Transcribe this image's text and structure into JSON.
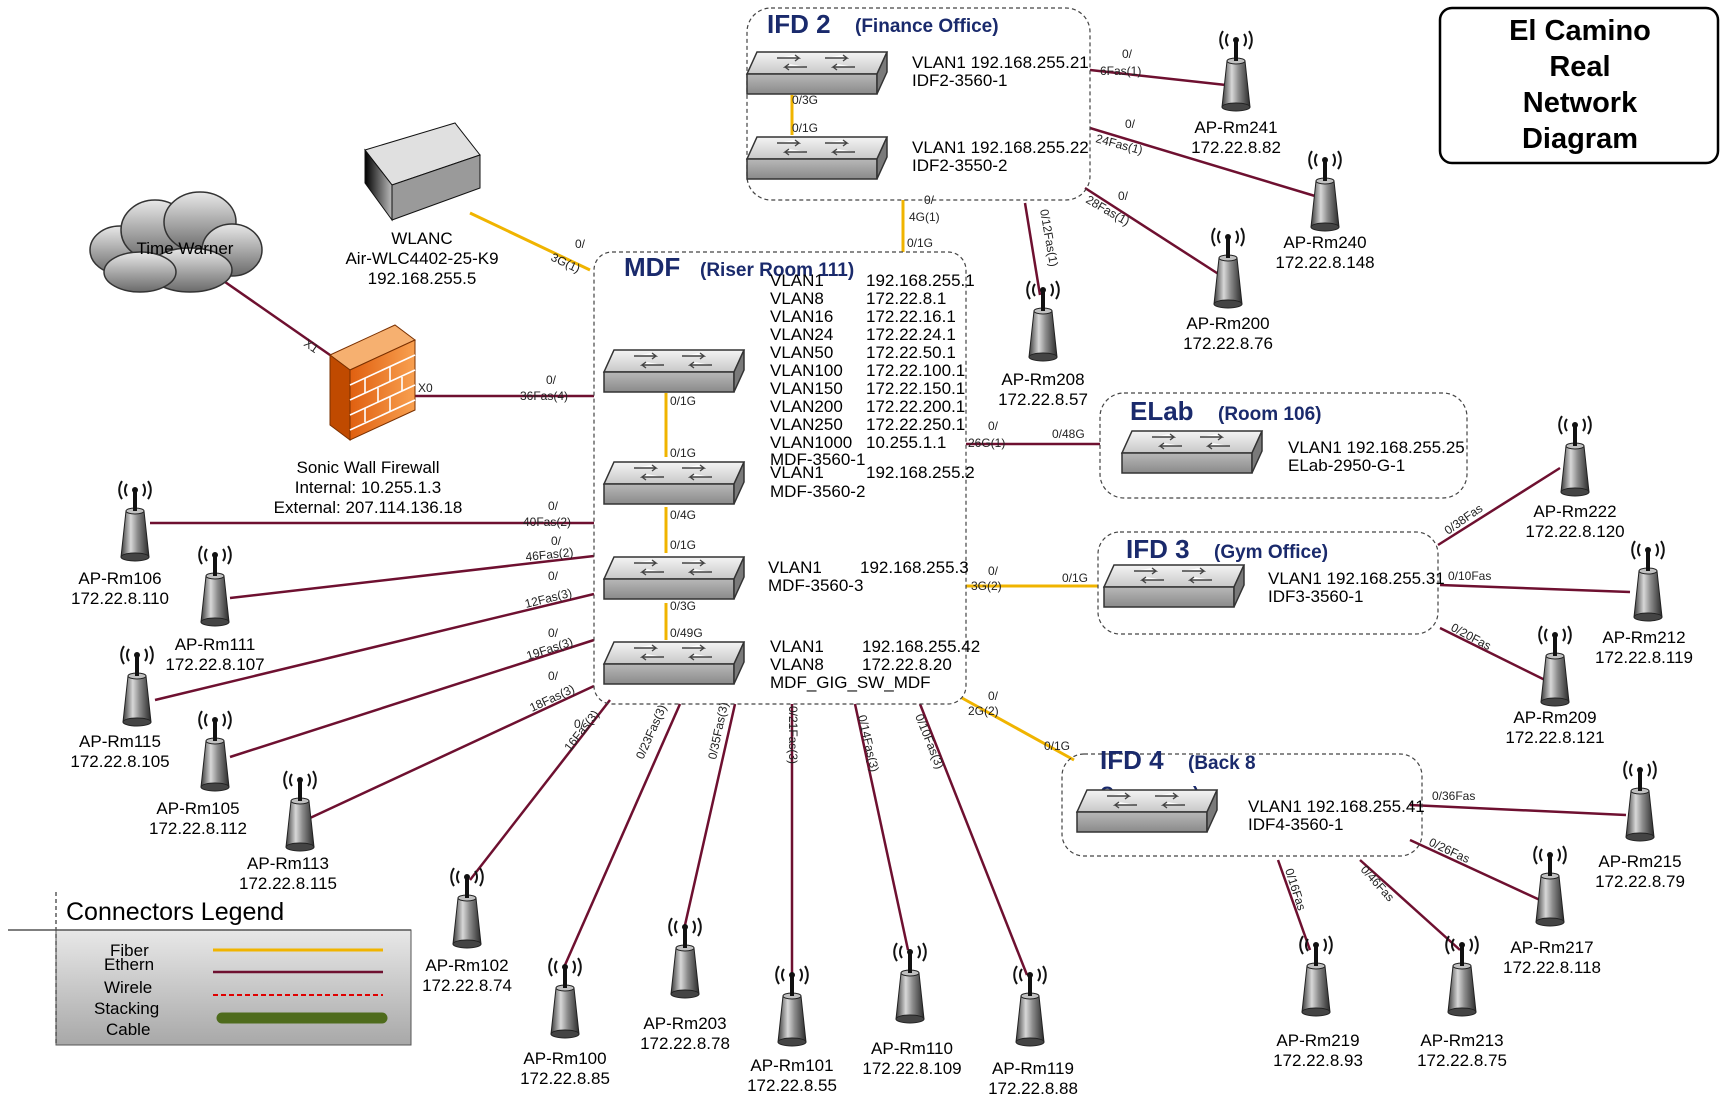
{
  "title": {
    "lines": [
      "El Camino",
      "Real",
      "Network",
      "Diagram"
    ]
  },
  "colors": {
    "fiber": "#f0b400",
    "ethernet": "#6e1030",
    "wireless": "#e00000",
    "stacking": "#4e6b1c",
    "group_title": "#1a2a6c"
  },
  "groups": {
    "mdf": {
      "title": "MDF",
      "subtitle": "(Riser Room 111)"
    },
    "ifd2": {
      "title": "IFD 2",
      "subtitle": "(Finance Office)"
    },
    "elab": {
      "title": "ELab",
      "subtitle": "(Room 106)"
    },
    "ifd3": {
      "title": "IFD 3",
      "subtitle": "(Gym Office)"
    },
    "ifd4": {
      "title": "IFD 4",
      "subtitle": "(Back 8",
      "subtitle2": "Causeway)"
    }
  },
  "mdf_vlans": [
    [
      "VLAN1",
      "192.168.255.1"
    ],
    [
      "VLAN8",
      "172.22.8.1"
    ],
    [
      "VLAN16",
      "172.22.16.1"
    ],
    [
      "VLAN24",
      "172.22.24.1"
    ],
    [
      "VLAN50",
      "172.22.50.1"
    ],
    [
      "VLAN100",
      "172.22.100.1"
    ],
    [
      "VLAN150",
      "172.22.150.1"
    ],
    [
      "VLAN200",
      "172.22.200.1"
    ],
    [
      "VLAN250",
      "172.22.250.1"
    ],
    [
      "VLAN1000",
      "10.255.1.1"
    ]
  ],
  "switches": {
    "mdf1": {
      "name": "MDF-3560-1"
    },
    "mdf2": {
      "vlan": "VLAN1",
      "ip": "192.168.255.2",
      "name": "MDF-3560-2"
    },
    "mdf3": {
      "vlan": "VLAN1",
      "ip": "192.168.255.3",
      "name": "MDF-3560-3"
    },
    "mdf4": {
      "vlan1": "VLAN1",
      "ip1": "192.168.255.42",
      "vlan8": "VLAN8",
      "ip8": "172.22.8.20",
      "name": "MDF_GIG_SW_MDF"
    },
    "idf2a": {
      "line1": "VLAN1 192.168.255.21",
      "name": "IDF2-3560-1"
    },
    "idf2b": {
      "line1": "VLAN1 192.168.255.22",
      "name": "IDF2-3550-2"
    },
    "elab": {
      "line1": "VLAN1 192.168.255.25",
      "name": "ELab-2950-G-1"
    },
    "idf3": {
      "line1": "VLAN1 192.168.255.31",
      "name": "IDF3-3560-1"
    },
    "idf4": {
      "line1": "VLAN1 192.168.255.41",
      "name": "IDF4-3560-1"
    }
  },
  "devices": {
    "wlanc": {
      "line1": "WLANC",
      "line2": "Air-WLC4402-25-K9",
      "line3": "192.168.255.5"
    },
    "cloud": {
      "label": "Time Warner"
    },
    "firewall": {
      "line1": "Sonic Wall Firewall",
      "line2": "Internal:  10.255.1.3",
      "line3": "External:  207.114.136.18"
    }
  },
  "access_points": [
    {
      "name": "AP-Rm241",
      "ip": "172.22.8.82"
    },
    {
      "name": "AP-Rm240",
      "ip": "172.22.8.148"
    },
    {
      "name": "AP-Rm200",
      "ip": "172.22.8.76"
    },
    {
      "name": "AP-Rm208",
      "ip": "172.22.8.57"
    },
    {
      "name": "AP-Rm222",
      "ip": "172.22.8.120"
    },
    {
      "name": "AP-Rm212",
      "ip": "172.22.8.119"
    },
    {
      "name": "AP-Rm209",
      "ip": "172.22.8.121"
    },
    {
      "name": "AP-Rm215",
      "ip": "172.22.8.79"
    },
    {
      "name": "AP-Rm217",
      "ip": "172.22.8.118"
    },
    {
      "name": "AP-Rm219",
      "ip": "172.22.8.93"
    },
    {
      "name": "AP-Rm213",
      "ip": "172.22.8.75"
    },
    {
      "name": "AP-Rm106",
      "ip": "172.22.8.110"
    },
    {
      "name": "AP-Rm111",
      "ip": "172.22.8.107"
    },
    {
      "name": "AP-Rm115",
      "ip": "172.22.8.105"
    },
    {
      "name": "AP-Rm105",
      "ip": "172.22.8.112"
    },
    {
      "name": "AP-Rm113",
      "ip": "172.22.8.115"
    },
    {
      "name": "AP-Rm102",
      "ip": "172.22.8.74"
    },
    {
      "name": "AP-Rm100",
      "ip": "172.22.8.85"
    },
    {
      "name": "AP-Rm203",
      "ip": "172.22.8.78"
    },
    {
      "name": "AP-Rm101",
      "ip": "172.22.8.55"
    },
    {
      "name": "AP-Rm110",
      "ip": "172.22.8.109"
    },
    {
      "name": "AP-Rm119",
      "ip": "172.22.8.88"
    }
  ],
  "ports": {
    "ifd2_241_a": "0/",
    "ifd2_241_b": "6Fas(1)",
    "ifd2_240_a": "0/",
    "ifd2_240_b": "24Fas(1)",
    "ifd2_200_a": "0/",
    "ifd2_200_b": "28Fas(1)",
    "ifd2_208": "0/12Fas(1)",
    "ifd2_stack_top": "0/3G",
    "ifd2_stack_bot": "0/1G",
    "ifd2_up_a": "0/",
    "ifd2_up_b": "4G(1)",
    "mdf_up": "0/1G",
    "wlanc_a": "0/",
    "wlanc_b": "3G(1)",
    "cloud_x1": "X1",
    "fw_x0": "X0",
    "fw_mdf_a": "0/",
    "fw_mdf_b": "36Fas(4)",
    "mdf_s1": "0/1G",
    "mdf_s2": "0/1G",
    "mdf_s3": "0/4G",
    "mdf_s4": "0/1G",
    "mdf_s5": "0/3G",
    "mdf_s6": "0/49G",
    "elab_a": "0/",
    "elab_b": "26G(1)",
    "elab_c": "0/48G",
    "ifd3_a": "0/",
    "ifd3_b": "3G(2)",
    "ifd3_c": "0/1G",
    "ifd3_222": "0/38Fas",
    "ifd3_212": "0/10Fas",
    "ifd3_209": "0/20Fas",
    "ifd4_a": "0/",
    "ifd4_b": "2G(2)",
    "ifd4_c": "0/1G",
    "ifd4_215": "0/36Fas",
    "ifd4_217": "0/26Fas",
    "ifd4_213": "0/46Fas",
    "ifd4_219": "0/16Fas",
    "ap106_a": "0/",
    "ap106_b": "40Fas(2)",
    "ap111_a": "0/",
    "ap111_b": "46Fas(2)",
    "ap115_a": "0/",
    "ap115_b": "12Fas(3)",
    "ap105_a": "0/",
    "ap105_b": "19Fas(3)",
    "ap113_a": "0/",
    "ap113_b": "18Fas(3)",
    "ap102_a": "0/",
    "ap102_b": "16Fas(3)",
    "ap100": "0/23Fas(3)",
    "ap203": "0/35Fas(3)",
    "ap101": "0/21Fas(3)",
    "ap110": "0/14Fas(3)",
    "ap119": "0/10Fas(3)"
  },
  "legend": {
    "title": "Connectors Legend",
    "fiber": "Fiber",
    "ethernet": "Ethern",
    "wireless": "Wirele",
    "stacking": "Stacking",
    "cable": "Cable"
  }
}
